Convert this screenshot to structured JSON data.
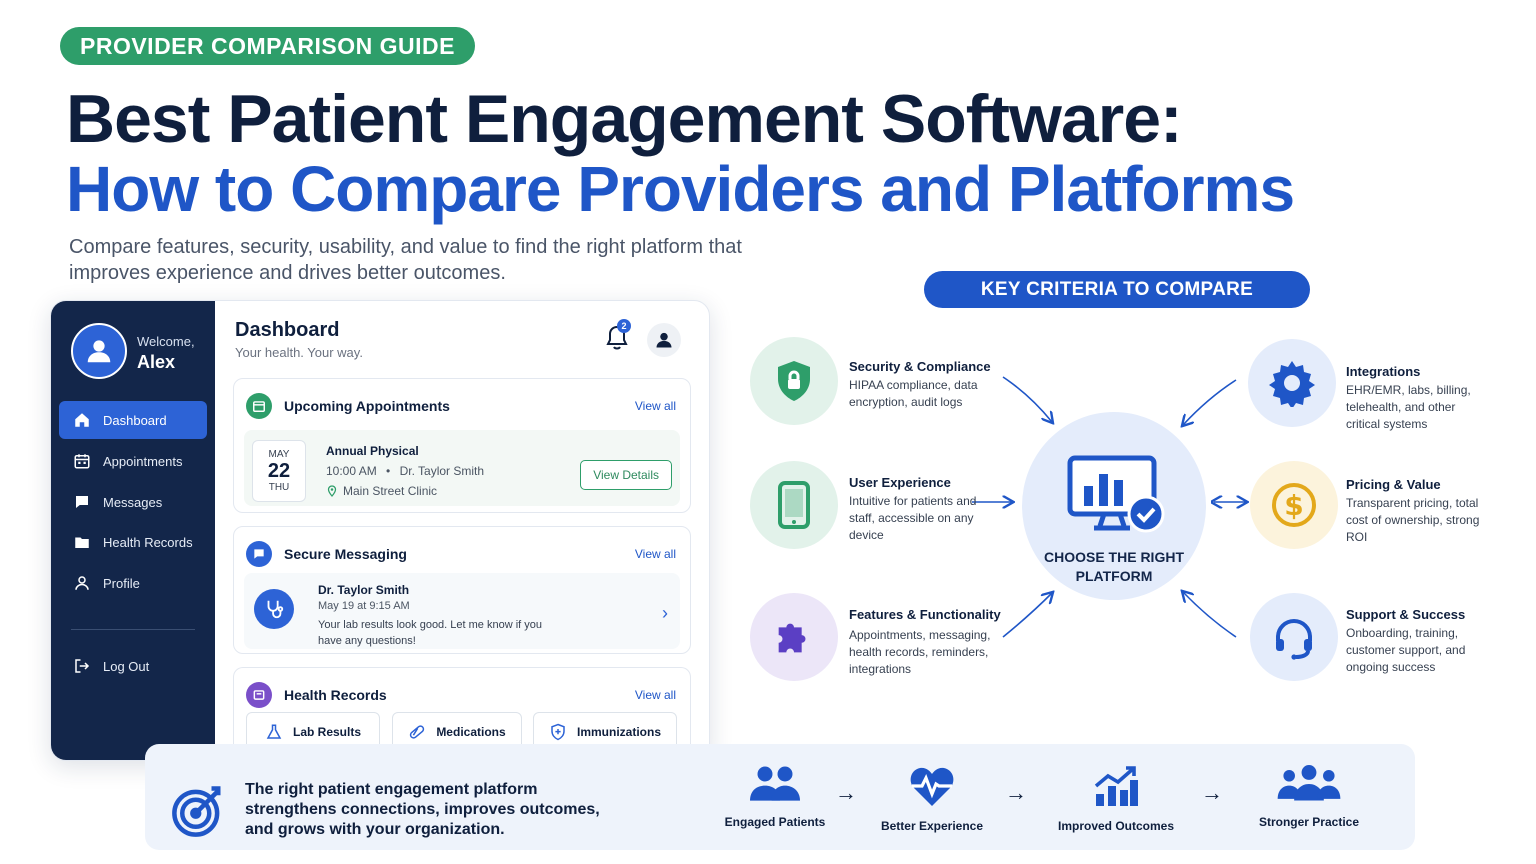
{
  "badge": "PROVIDER COMPARISON GUIDE",
  "title_line1": "Best Patient Engagement Software:",
  "title_line2": "How to Compare Providers and Platforms",
  "subtitle": "Compare features, security, usability, and value to find the right platform that improves experience and drives better outcomes.",
  "app": {
    "welcome": "Welcome,",
    "user": "Alex",
    "nav": [
      "Dashboard",
      "Appointments",
      "Messages",
      "Health Records",
      "Profile"
    ],
    "logout": "Log Out",
    "dashboard_title": "Dashboard",
    "dashboard_sub": "Your health. Your way.",
    "notification_count": "2",
    "appointments": {
      "title": "Upcoming Appointments",
      "view_all": "View all",
      "month": "MAY",
      "day": "22",
      "weekday": "THU",
      "name": "Annual Physical",
      "time": "10:00 AM",
      "separator": "•",
      "doctor": "Dr. Taylor Smith",
      "location": "Main Street Clinic",
      "details_button": "View Details"
    },
    "messaging": {
      "title": "Secure Messaging",
      "view_all": "View all",
      "from": "Dr. Taylor Smith",
      "date": "May 19 at 9:15 AM",
      "body": "Your lab results look good. Let me know if you have any questions!"
    },
    "records": {
      "title": "Health Records",
      "view_all": "View all",
      "buttons": [
        "Lab Results",
        "Medications",
        "Immunizations"
      ]
    }
  },
  "criteria": {
    "heading": "KEY CRITERIA TO COMPARE",
    "center": "CHOOSE THE RIGHT PLATFORM",
    "items": [
      {
        "title": "Security & Compliance",
        "desc": "HIPAA compliance, data encryption, audit logs"
      },
      {
        "title": "User Experience",
        "desc": "Intuitive for patients and staff, accessible on any device"
      },
      {
        "title": "Features & Functionality",
        "desc": "Appointments, messaging, health records, reminders, integrations"
      },
      {
        "title": "Integrations",
        "desc": "EHR/EMR, labs, billing, telehealth, and other critical systems"
      },
      {
        "title": "Pricing & Value",
        "desc": "Transparent pricing, total cost of ownership, strong ROI"
      },
      {
        "title": "Support & Success",
        "desc": "Onboarding, training, customer support, and ongoing success"
      }
    ]
  },
  "banner": {
    "text": "The right patient engagement platform strengthens connections, improves outcomes, and grows with your organization.",
    "outcomes": [
      "Engaged Patients",
      "Better Experience",
      "Improved Outcomes",
      "Stronger Practice"
    ],
    "arrow": "→"
  },
  "colors": {
    "green": "#2e9e6a",
    "blue": "#1f56c7",
    "navy": "#13264a"
  },
  "icons": [
    "shield-lock-icon",
    "phone-icon",
    "puzzle-icon",
    "gear-icon",
    "dollar-icon",
    "headset-icon",
    "monitor-chart-icon",
    "target-icon",
    "people-icon",
    "heartbeat-icon",
    "growth-chart-icon",
    "team-icon"
  ]
}
